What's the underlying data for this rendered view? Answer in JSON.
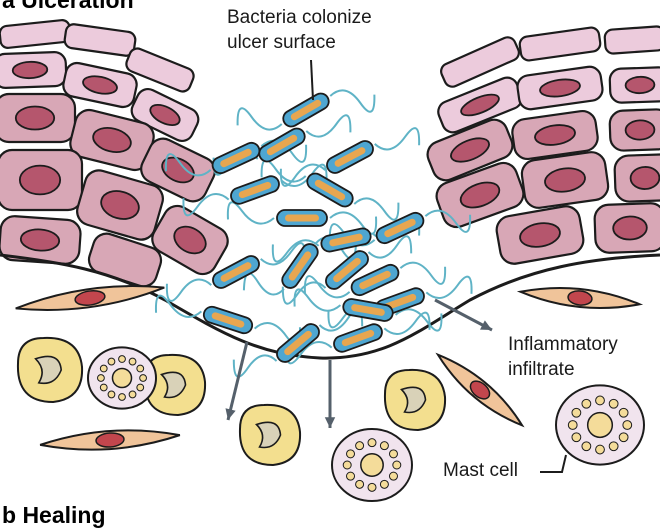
{
  "headers": {
    "top": "a  Ulceration",
    "bottom": "b  Healing"
  },
  "labels": {
    "bacteria_line1": "Bacteria colonize",
    "bacteria_line2": "ulcer surface",
    "infiltrate_line1": "Inflammatory",
    "infiltrate_line2": "infiltrate",
    "mast_cell": "Mast cell"
  },
  "colors": {
    "epithelium_fill": "#eccbdc",
    "epithelium_deep_fill": "#d8a7b6",
    "epithelium_stroke": "#1c1c1c",
    "nucleus": "#b5566d",
    "bacteria_body": "#4ea6d1",
    "bacteria_core": "#e8a650",
    "flagella": "#5fb3c6",
    "fibroblast": "#f0c49a",
    "fibroblast_nucleus": "#c2464d",
    "neutrophil": "#f3df8f",
    "mast_cell_fill": "#f1e4ee",
    "mast_granule": "#f4dc9a",
    "arrow": "#55606b"
  }
}
